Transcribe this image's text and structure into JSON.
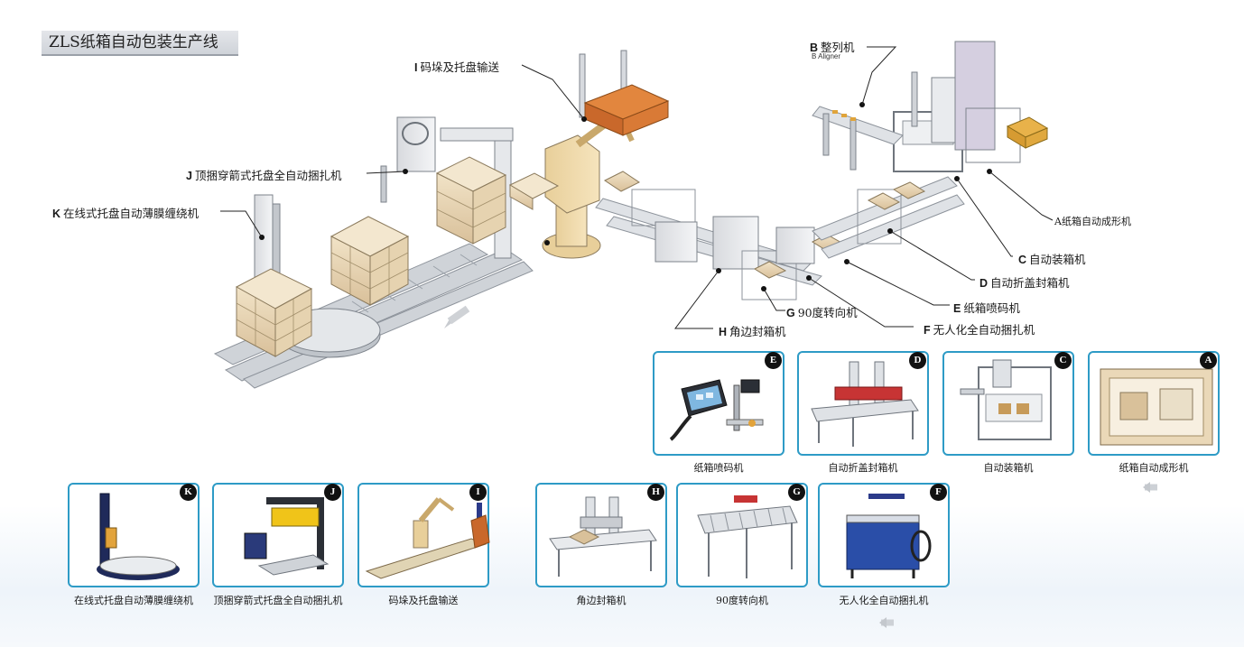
{
  "title": "ZLS纸箱自动包装生产线",
  "callouts": {
    "B": {
      "letter": "B",
      "label": "整列机",
      "sub": "B Aligner"
    },
    "I": {
      "letter": "I",
      "label": "码垛及托盘输送"
    },
    "J": {
      "letter": "J",
      "label": "顶捆穿箭式托盘全自动捆扎机"
    },
    "K": {
      "letter": "K",
      "label": "在线式托盘自动薄膜缠绕机"
    },
    "A": {
      "label": "A纸箱自动成形机"
    },
    "C": {
      "letter": "C",
      "label": "自动装箱机"
    },
    "D": {
      "letter": "D",
      "label": "自动折盖封箱机"
    },
    "E": {
      "letter": "E",
      "label": "纸箱喷码机"
    },
    "G": {
      "letter": "G",
      "label": "90度转向机"
    },
    "F": {
      "letter": "F",
      "label": "无人化全自动捆扎机"
    },
    "H": {
      "letter": "H",
      "label": "角边封箱机"
    }
  },
  "cards_top": [
    {
      "badge": "E",
      "caption": "纸箱喷码机",
      "icon": "inkjet-printer-icon"
    },
    {
      "badge": "D",
      "caption": "自动折盖封箱机",
      "icon": "case-sealer-icon"
    },
    {
      "badge": "C",
      "caption": "自动装箱机",
      "icon": "case-packer-icon"
    },
    {
      "badge": "A",
      "caption": "纸箱自动成形机",
      "icon": "carton-erector-icon"
    }
  ],
  "cards_bottom": [
    {
      "badge": "K",
      "caption": "在线式托盘自动薄膜缠绕机",
      "icon": "stretch-wrapper-icon"
    },
    {
      "badge": "J",
      "caption": "顶捆穿箭式托盘全自动捆扎机",
      "icon": "pallet-strapper-icon"
    },
    {
      "badge": "I",
      "caption": "码垛及托盘输送",
      "icon": "palletizer-robot-icon"
    },
    {
      "badge": "H",
      "caption": "角边封箱机",
      "icon": "corner-sealer-icon"
    },
    {
      "badge": "G",
      "caption": "90度转向机",
      "icon": "turning-conveyor-icon"
    },
    {
      "badge": "F",
      "caption": "无人化全自动捆扎机",
      "icon": "strapping-machine-icon"
    }
  ]
}
